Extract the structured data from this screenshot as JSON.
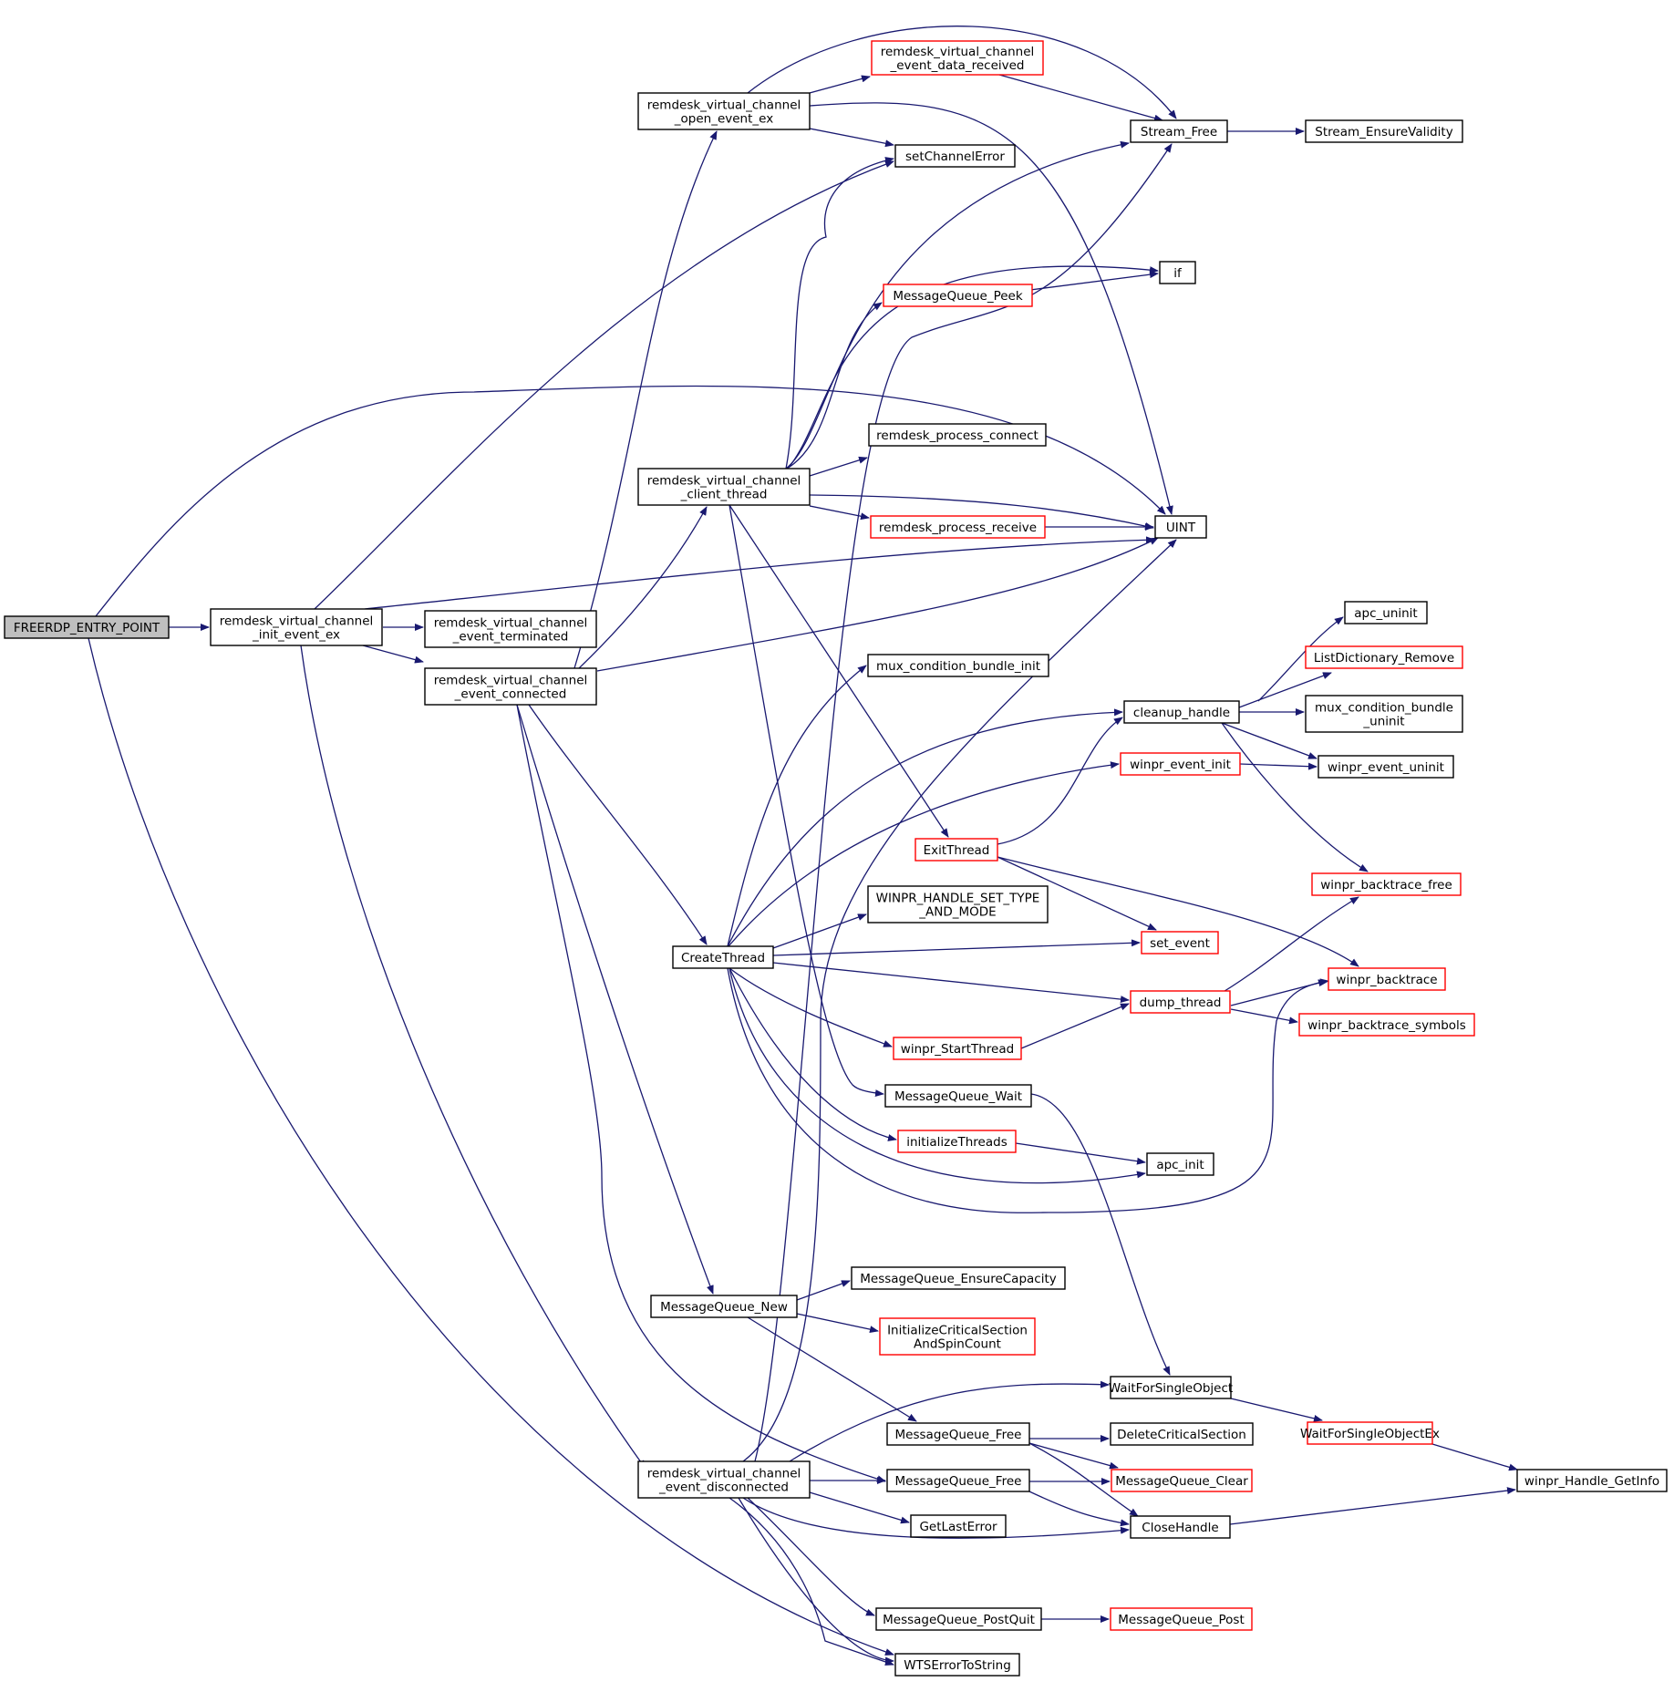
{
  "colors": {
    "edge": "#191970",
    "box_black": "#000000",
    "box_red": "#ff0000",
    "box_root_fill": "#bfbfbf",
    "box_fill": "#ffffff",
    "text": "#000000"
  },
  "nodes": [
    {
      "id": "entry",
      "lines": [
        "FREERDP_ENTRY_POINT"
      ],
      "style": "root"
    },
    {
      "id": "init_ev",
      "lines": [
        "remdesk_virtual_channel",
        "_init_event_ex"
      ],
      "style": "black"
    },
    {
      "id": "open_ev",
      "lines": [
        "remdesk_virtual_channel",
        "_open_event_ex"
      ],
      "style": "black"
    },
    {
      "id": "data_rcv",
      "lines": [
        "remdesk_virtual_channel",
        "_event_data_received"
      ],
      "style": "red"
    },
    {
      "id": "stream_free",
      "lines": [
        "Stream_Free"
      ],
      "style": "black"
    },
    {
      "id": "stream_ens",
      "lines": [
        "Stream_EnsureValidity"
      ],
      "style": "black"
    },
    {
      "id": "set_chan_err",
      "lines": [
        "setChannelError"
      ],
      "style": "black"
    },
    {
      "id": "if_",
      "lines": [
        "if"
      ],
      "style": "black"
    },
    {
      "id": "mq_peek",
      "lines": [
        "MessageQueue_Peek"
      ],
      "style": "red"
    },
    {
      "id": "proc_conn",
      "lines": [
        "remdesk_process_connect"
      ],
      "style": "black"
    },
    {
      "id": "client_thr",
      "lines": [
        "remdesk_virtual_channel",
        "_client_thread"
      ],
      "style": "black"
    },
    {
      "id": "proc_recv",
      "lines": [
        "remdesk_process_receive"
      ],
      "style": "red"
    },
    {
      "id": "uint",
      "lines": [
        "UINT"
      ],
      "style": "black"
    },
    {
      "id": "ev_term",
      "lines": [
        "remdesk_virtual_channel",
        "_event_terminated"
      ],
      "style": "black"
    },
    {
      "id": "ev_conn",
      "lines": [
        "remdesk_virtual_channel",
        "_event_connected"
      ],
      "style": "black"
    },
    {
      "id": "apc_uninit",
      "lines": [
        "apc_uninit"
      ],
      "style": "black"
    },
    {
      "id": "mux_init",
      "lines": [
        "mux_condition_bundle_init"
      ],
      "style": "black"
    },
    {
      "id": "ld_remove",
      "lines": [
        "ListDictionary_Remove"
      ],
      "style": "red"
    },
    {
      "id": "cleanup",
      "lines": [
        "cleanup_handle"
      ],
      "style": "black"
    },
    {
      "id": "mux_uninit",
      "lines": [
        "mux_condition_bundle",
        "_uninit"
      ],
      "style": "black"
    },
    {
      "id": "ev_init",
      "lines": [
        "winpr_event_init"
      ],
      "style": "red"
    },
    {
      "id": "ev_uninit",
      "lines": [
        "winpr_event_uninit"
      ],
      "style": "black"
    },
    {
      "id": "exit_thr",
      "lines": [
        "ExitThread"
      ],
      "style": "red"
    },
    {
      "id": "bt_free",
      "lines": [
        "winpr_backtrace_free"
      ],
      "style": "red"
    },
    {
      "id": "hset",
      "lines": [
        "WINPR_HANDLE_SET_TYPE",
        "_AND_MODE"
      ],
      "style": "black"
    },
    {
      "id": "set_event",
      "lines": [
        "set_event"
      ],
      "style": "red"
    },
    {
      "id": "create_thr",
      "lines": [
        "CreateThread"
      ],
      "style": "black"
    },
    {
      "id": "backtrace",
      "lines": [
        "winpr_backtrace"
      ],
      "style": "red"
    },
    {
      "id": "dump_thr",
      "lines": [
        "dump_thread"
      ],
      "style": "red"
    },
    {
      "id": "bt_sym",
      "lines": [
        "winpr_backtrace_symbols"
      ],
      "style": "red"
    },
    {
      "id": "start_thr",
      "lines": [
        "winpr_StartThread"
      ],
      "style": "red"
    },
    {
      "id": "mq_wait",
      "lines": [
        "MessageQueue_Wait"
      ],
      "style": "black"
    },
    {
      "id": "init_thr",
      "lines": [
        "initializeThreads"
      ],
      "style": "red"
    },
    {
      "id": "apc_init",
      "lines": [
        "apc_init"
      ],
      "style": "black"
    },
    {
      "id": "mq_ensure",
      "lines": [
        "MessageQueue_EnsureCapacity"
      ],
      "style": "black"
    },
    {
      "id": "mq_new",
      "lines": [
        "MessageQueue_New"
      ],
      "style": "black"
    },
    {
      "id": "init_cs",
      "lines": [
        "InitializeCriticalSection",
        "AndSpinCount"
      ],
      "style": "red"
    },
    {
      "id": "wfso",
      "lines": [
        "WaitForSingleObject"
      ],
      "style": "black"
    },
    {
      "id": "mq_free1",
      "lines": [
        "MessageQueue_Free"
      ],
      "style": "black"
    },
    {
      "id": "wfso_ex",
      "lines": [
        "WaitForSingleObjectEx"
      ],
      "style": "red"
    },
    {
      "id": "del_cs",
      "lines": [
        "DeleteCriticalSection"
      ],
      "style": "black"
    },
    {
      "id": "ev_disc",
      "lines": [
        "remdesk_virtual_channel",
        "_event_disconnected"
      ],
      "style": "black"
    },
    {
      "id": "mq_free2",
      "lines": [
        "MessageQueue_Free"
      ],
      "style": "black"
    },
    {
      "id": "mq_clear",
      "lines": [
        "MessageQueue_Clear"
      ],
      "style": "red"
    },
    {
      "id": "handle_info",
      "lines": [
        "winpr_Handle_GetInfo"
      ],
      "style": "black"
    },
    {
      "id": "get_last_err",
      "lines": [
        "GetLastError"
      ],
      "style": "black"
    },
    {
      "id": "close_handle",
      "lines": [
        "CloseHandle"
      ],
      "style": "black"
    },
    {
      "id": "mq_postquit",
      "lines": [
        "MessageQueue_PostQuit"
      ],
      "style": "black"
    },
    {
      "id": "mq_post",
      "lines": [
        "MessageQueue_Post"
      ],
      "style": "red"
    },
    {
      "id": "wts_err",
      "lines": [
        "WTSErrorToString"
      ],
      "style": "black"
    }
  ]
}
